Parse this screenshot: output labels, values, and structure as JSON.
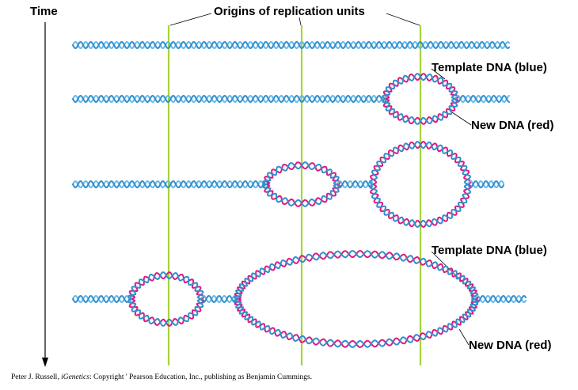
{
  "diagram": {
    "time_label": "Time",
    "origins_label": "Origins of replication units",
    "labels": {
      "template_1": "Template DNA (blue)",
      "new_1": "New DNA (red)",
      "template_2": "Template DNA (blue)",
      "new_2": "New DNA (red)"
    },
    "rows": [
      {
        "stage": 1,
        "bubbles": 0
      },
      {
        "stage": 2,
        "bubbles": 1
      },
      {
        "stage": 3,
        "bubbles": 2
      },
      {
        "stage": 4,
        "bubbles": 2
      }
    ],
    "colors": {
      "template_dna": "#2f8fcf",
      "template_dna_light": "#6ab8e6",
      "new_dna": "#e0197d",
      "origin_line": "#a6d43a",
      "arrow": "#000000"
    }
  },
  "credit": {
    "author": "Peter J. Russell, ",
    "title": "iGenetics",
    "rest": ": Copyright ' Pearson Education, Inc., publishing as Benjamin Cummings."
  }
}
